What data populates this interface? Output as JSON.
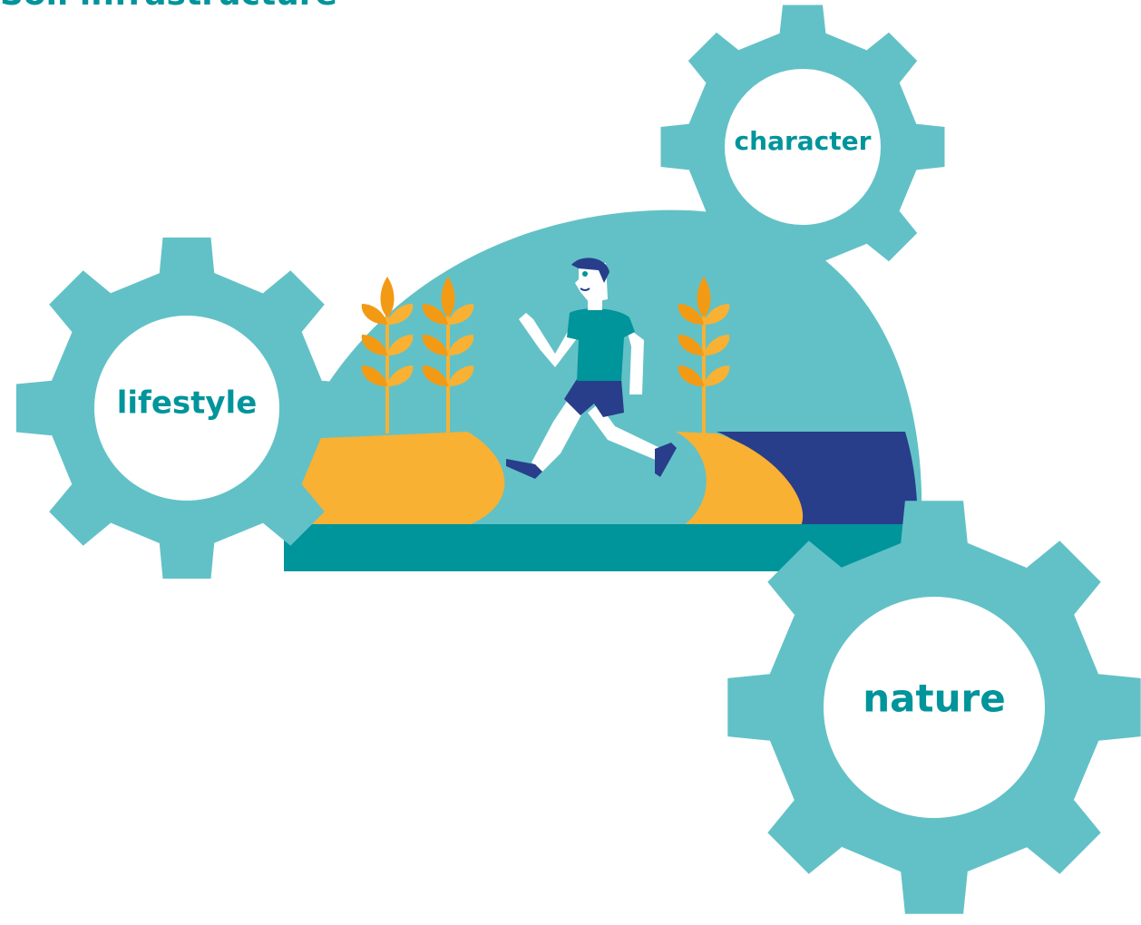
{
  "title": "Soil infrastructure",
  "gears": {
    "lifestyle": "lifestyle",
    "character": "character",
    "nature": "nature"
  },
  "colors": {
    "gear": "#62c1c7",
    "gear_text": "#00949b",
    "teal_band": "#00949b",
    "navy": "#283e8a",
    "wheat_gold": "#f8b133",
    "wheat_orange": "#f39a14",
    "skin": "#ffffff",
    "hair": "#283e8a"
  },
  "icons": [
    "gear-icon",
    "wheat-icon",
    "runner-figure"
  ]
}
